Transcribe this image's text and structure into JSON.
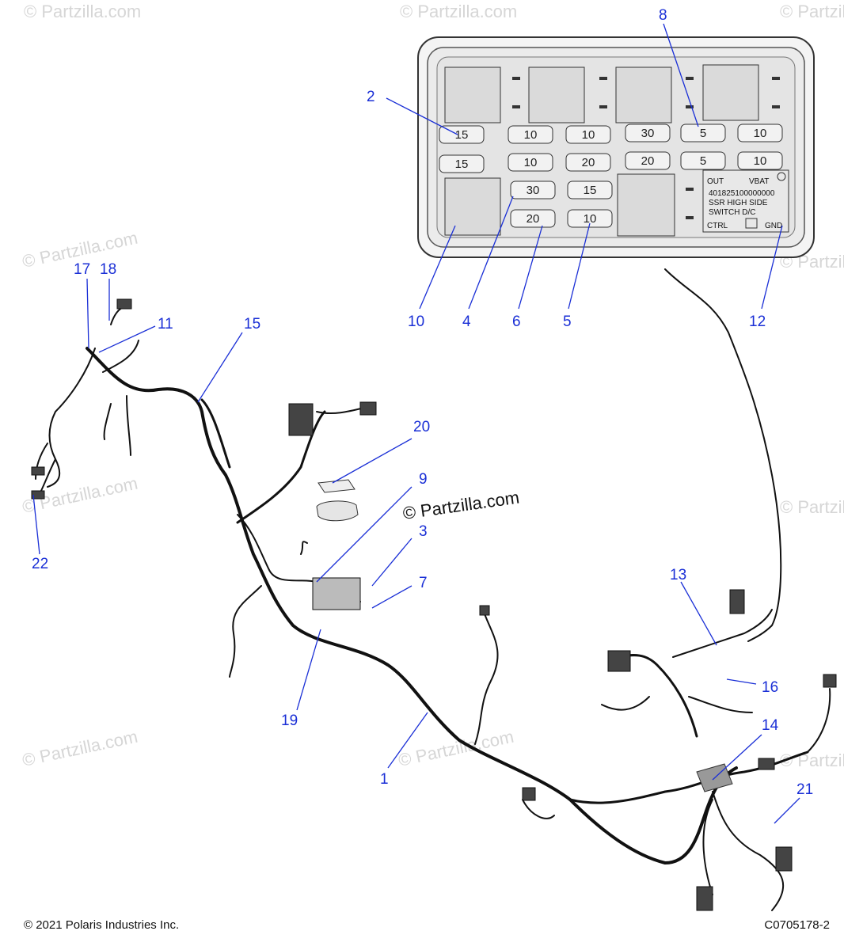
{
  "footer": {
    "copyright": "© 2021 Polaris Industries Inc.",
    "part_code": "C0705178-2"
  },
  "watermark": {
    "center_text": "© Partzilla.com",
    "faint_text": "© Partzilla.com"
  },
  "fuse_box": {
    "fuse_values": [
      "15",
      "15",
      "10",
      "10",
      "30",
      "20",
      "10",
      "20",
      "15",
      "10",
      "30",
      "20",
      "5",
      "5",
      "10",
      "10"
    ],
    "relay_label": {
      "out": "OUT",
      "vbat": "VBAT",
      "part_number": "401825100000000",
      "line1": "SSR HIGH SIDE",
      "line2": "SWITCH D/C",
      "ctrl": "CTRL",
      "gnd": "GND"
    }
  },
  "callouts": [
    "1",
    "2",
    "3",
    "4",
    "5",
    "6",
    "7",
    "8",
    "9",
    "10",
    "11",
    "12",
    "13",
    "14",
    "15",
    "16",
    "17",
    "18",
    "19",
    "20",
    "21",
    "22"
  ]
}
